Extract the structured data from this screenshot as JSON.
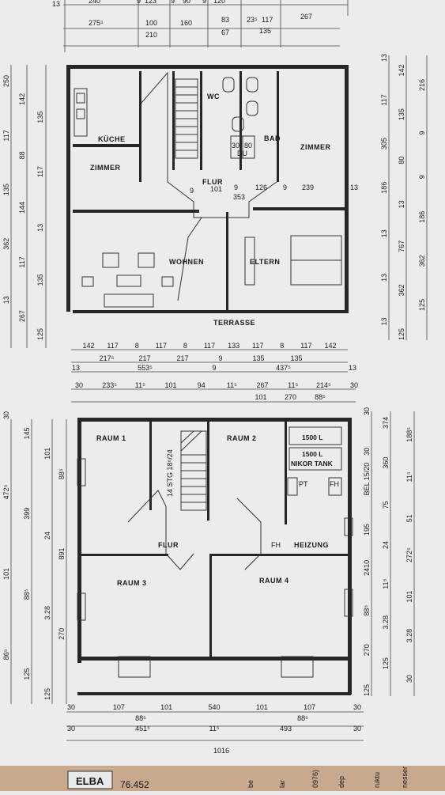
{
  "upper_plan": {
    "rooms": {
      "kueche": "KÜCHE",
      "zimmer_left": "ZIMMER",
      "wc": "WC",
      "bad": "BAD",
      "zimmer_right": "ZIMMER",
      "flur": "FLUR",
      "wohnen": "WOHNEN",
      "eltern": "ELTERN",
      "terrasse": "TERRASSE"
    },
    "shower_labels": [
      "30",
      "80",
      "DU"
    ],
    "inner_dims": [
      "9",
      "101",
      "9",
      "126",
      "9",
      "239",
      "13",
      "353"
    ],
    "top_dims_row1": [
      "13",
      "240",
      "9",
      "123",
      "9",
      "90",
      "9",
      "120"
    ],
    "top_dims_row2": [
      "275⁵",
      "100",
      "160",
      "83",
      "23⁵",
      "117",
      "267"
    ],
    "top_dims_row3": [
      "210",
      "67",
      "135"
    ],
    "bottom_dims_row1": [
      "142",
      "117",
      "8",
      "117",
      "8",
      "117",
      "133",
      "117",
      "8",
      "117",
      "142"
    ],
    "bottom_dims_row2": [
      "217⁵",
      "217",
      "217",
      "9",
      "135",
      "135"
    ],
    "bottom_dims_row3": [
      "13",
      "553⁵",
      "9",
      "437⁵",
      "13"
    ],
    "left_dims": [
      "250",
      "142",
      "135",
      "117",
      "88",
      "117",
      "135",
      "144",
      "13",
      "362",
      "117",
      "135",
      "13",
      "267",
      "125"
    ],
    "right_dims": [
      "13",
      "142",
      "216",
      "117",
      "135",
      "9",
      "305",
      "80",
      "9",
      "186",
      "13",
      "186",
      "13",
      "767",
      "362",
      "13",
      "362",
      "125",
      "13",
      "125"
    ]
  },
  "lower_plan": {
    "rooms": {
      "raum1": "RAUM 1",
      "raum2": "RAUM 2",
      "raum3": "RAUM 3",
      "raum4": "RAUM 4",
      "flur": "FLUR",
      "heizung": "HEIZUNG",
      "stairs": "14 STG 18⁶/24"
    },
    "tank_lines": [
      "1500 L",
      "1500 L",
      "NIKOR TANK"
    ],
    "fixture_labels": [
      "PT",
      "FH",
      "FH"
    ],
    "top_dims_row1": [
      "30",
      "233⁵",
      "11⁵",
      "101",
      "94",
      "11⁵",
      "267",
      "11⁵",
      "214⁵",
      "30"
    ],
    "top_dims_row2": [
      "101",
      "270",
      "88⁵"
    ],
    "left_dims": [
      "30",
      "145",
      "101",
      "88⁵",
      "472⁵",
      "399",
      "24",
      "891",
      "101",
      "88⁵",
      "3.28",
      "270",
      "86⁵",
      "125",
      "125"
    ],
    "right_dims": [
      "30",
      "374",
      "188⁵",
      "30",
      "360",
      "11⁵",
      "BEL 15/20",
      "75",
      "51",
      "195",
      "24",
      "272⁵",
      "2410",
      "11⁵",
      "101",
      "88⁵",
      "3.28",
      "3.28",
      "270",
      "125",
      "30",
      "125"
    ],
    "bottom_dims_row1": [
      "30",
      "107",
      "101",
      "540",
      "101",
      "107",
      "30"
    ],
    "bottom_dims_row2": [
      "88⁵",
      "88⁵"
    ],
    "bottom_dims_row3": [
      "30",
      "451⁵",
      "11⁵",
      "493",
      "30"
    ],
    "bottom_dims_row4": [
      "1016"
    ]
  },
  "footer": {
    "brand": "ELBA",
    "code": "76.452",
    "side_text": [
      "be",
      "lar",
      "0976)",
      "dep",
      "ruktu",
      "nesser"
    ]
  }
}
